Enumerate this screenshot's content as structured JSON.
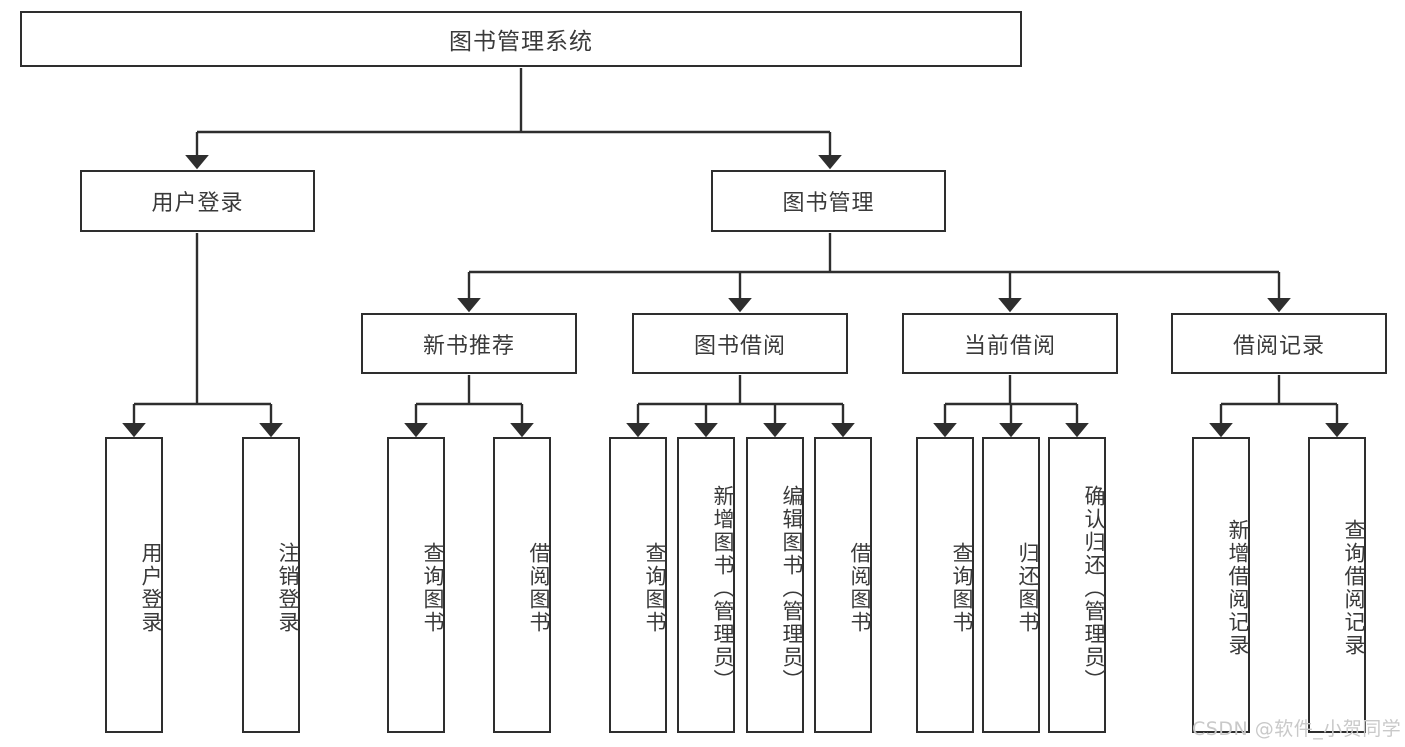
{
  "diagram": {
    "type": "tree-hierarchy",
    "title": "图书管理系统",
    "orientation": "top-down",
    "levels": 4,
    "root": {
      "label": "图书管理系统"
    },
    "level2": [
      {
        "label": "用户登录"
      },
      {
        "label": "图书管理"
      }
    ],
    "level3": [
      {
        "label": "新书推荐"
      },
      {
        "label": "图书借阅"
      },
      {
        "label": "当前借阅"
      },
      {
        "label": "借阅记录"
      }
    ],
    "leaves": {
      "user_login": [
        {
          "label": "用户登录"
        },
        {
          "label": "注销登录"
        }
      ],
      "new_book_recommend": [
        {
          "label": "查询图书"
        },
        {
          "label": "借阅图书"
        }
      ],
      "book_borrow": [
        {
          "label": "查询图书"
        },
        {
          "label": "新增图书（管理员）"
        },
        {
          "label": "编辑图书（管理员）"
        },
        {
          "label": "借阅图书"
        }
      ],
      "current_borrow": [
        {
          "label": "查询图书"
        },
        {
          "label": "归还图书"
        },
        {
          "label": "确认归还（管理员）"
        }
      ],
      "borrow_record": [
        {
          "label": "新增借阅记录"
        },
        {
          "label": "查询借阅记录"
        }
      ]
    }
  },
  "watermark": {
    "text": "CSDN @软件_小贺同学"
  },
  "colors": {
    "box_border": "#2e2e2e",
    "box_fill": "#ffffff",
    "text": "#3a3a3a",
    "connector": "#2e2e2e",
    "watermark": "#c9c9c9",
    "background": "#ffffff"
  }
}
